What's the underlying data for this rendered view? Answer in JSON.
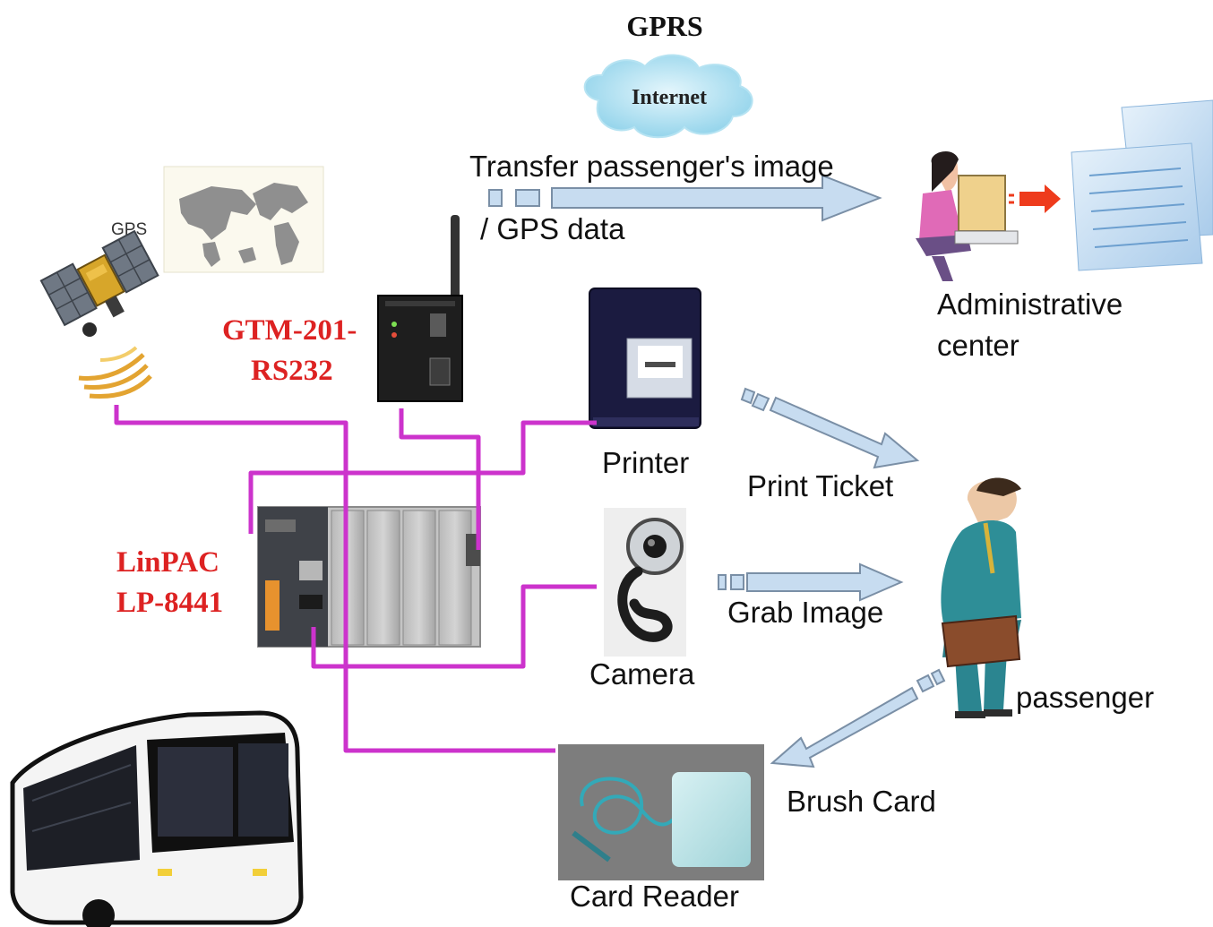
{
  "title": "GPRS",
  "cloud_label": "Internet",
  "gps_label": "GPS",
  "transfer_line1": "Transfer passenger's image",
  "transfer_line2": "/ GPS data",
  "gtm_line1": "GTM-201-",
  "gtm_line2": "RS232",
  "linpac_line1": "LinPAC",
  "linpac_line2": "LP-8441",
  "admin_line1": "Administrative",
  "admin_line2": "center",
  "printer_label": "Printer",
  "print_ticket_label": "Print Ticket",
  "camera_label": "Camera",
  "grab_image_label": "Grab Image",
  "passenger_label": "passenger",
  "brush_card_label": "Brush Card",
  "card_reader_label": "Card Reader",
  "colors": {
    "wire": "#cc33cc",
    "device_label": "#dd2222",
    "arrow_fill": "#c7dcf0",
    "arrow_stroke": "#7a8fa6",
    "cloud": "#a9dcef",
    "alert_arrow": "#ee3b1c"
  }
}
